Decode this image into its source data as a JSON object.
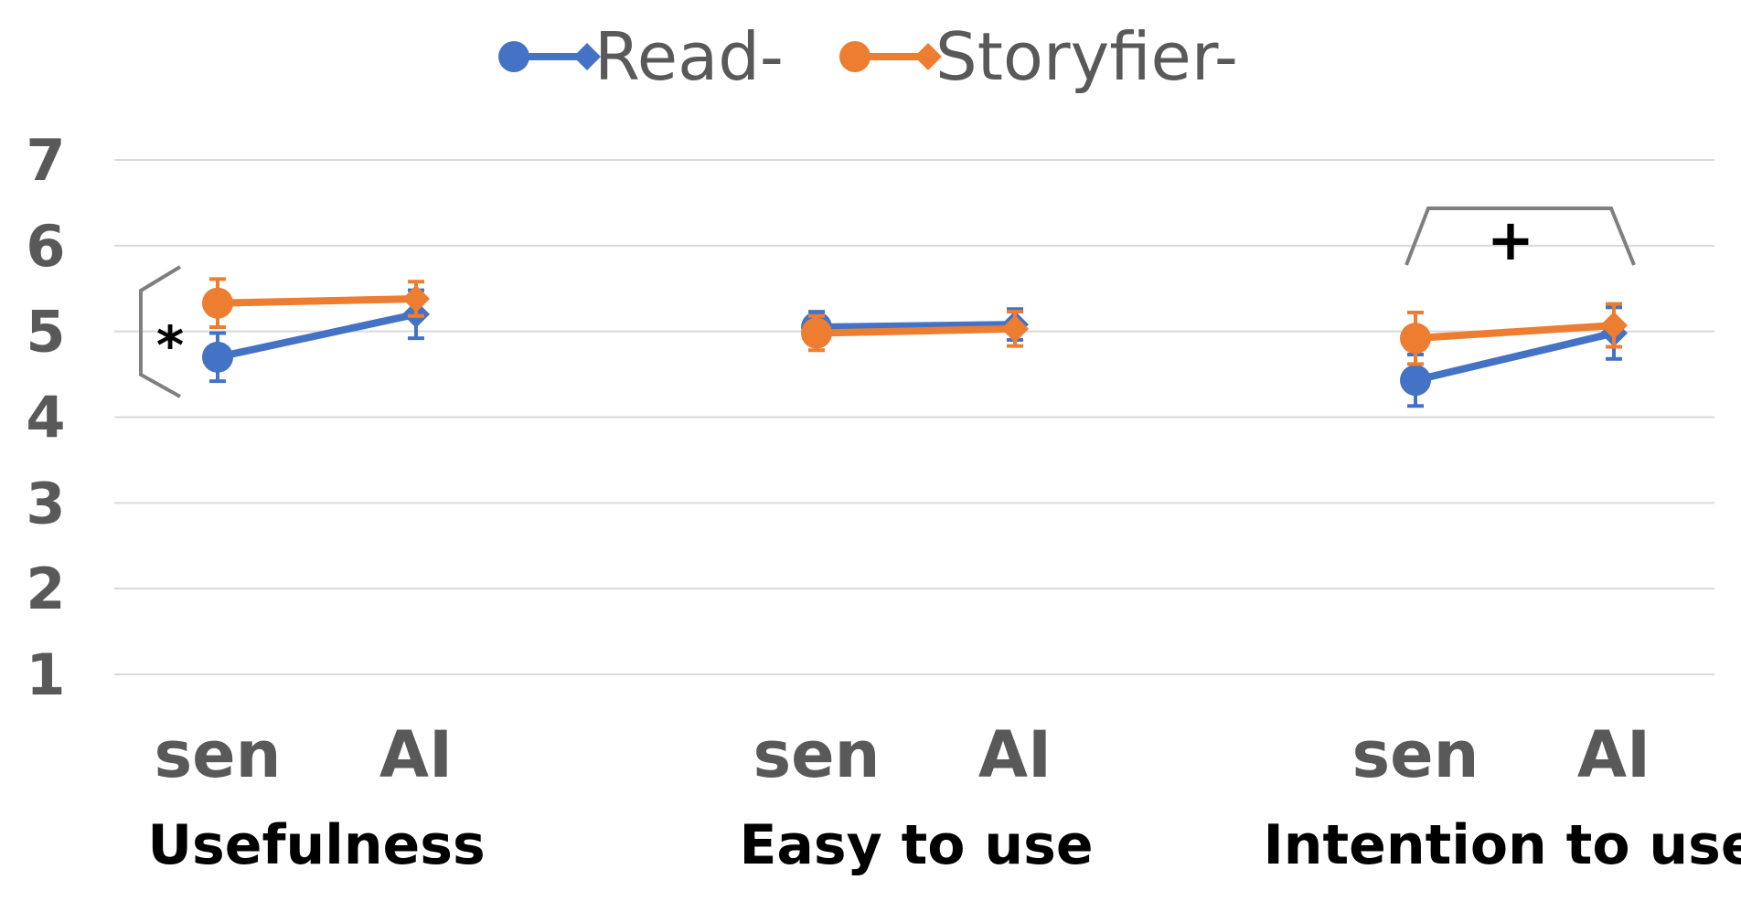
{
  "chart_data": {
    "type": "line",
    "title": "",
    "ylim": [
      1,
      7
    ],
    "yticks": [
      1,
      2,
      3,
      4,
      5,
      6,
      7
    ],
    "grid": true,
    "legend_position": "top",
    "groups": [
      {
        "name": "Usefulness",
        "x": [
          "sen",
          "AI"
        ],
        "series": [
          {
            "name": "Read-",
            "values": [
              4.7,
              5.2
            ],
            "errors": [
              0.28,
              0.28
            ]
          },
          {
            "name": "Storyfier-",
            "values": [
              5.33,
              5.38
            ],
            "errors": [
              0.28,
              0.2
            ]
          }
        ],
        "significance": "*"
      },
      {
        "name": "Easy to use",
        "x": [
          "sen",
          "AI"
        ],
        "series": [
          {
            "name": "Read-",
            "values": [
              5.05,
              5.08
            ],
            "errors": [
              0.18,
              0.18
            ]
          },
          {
            "name": "Storyfier-",
            "values": [
              4.98,
              5.03
            ],
            "errors": [
              0.2,
              0.2
            ]
          }
        ],
        "significance": ""
      },
      {
        "name": "Intention to use",
        "x": [
          "sen",
          "AI"
        ],
        "series": [
          {
            "name": "Read-",
            "values": [
              4.43,
              4.98
            ],
            "errors": [
              0.3,
              0.3
            ]
          },
          {
            "name": "Storyfier-",
            "values": [
              4.92,
              5.07
            ],
            "errors": [
              0.3,
              0.25
            ]
          }
        ],
        "significance": "+"
      }
    ],
    "colors": {
      "Read-": "#4472C4",
      "Storyfier-": "#ED7D31",
      "grid": "#d9d9d9",
      "bracket": "#7f7f7f"
    }
  }
}
